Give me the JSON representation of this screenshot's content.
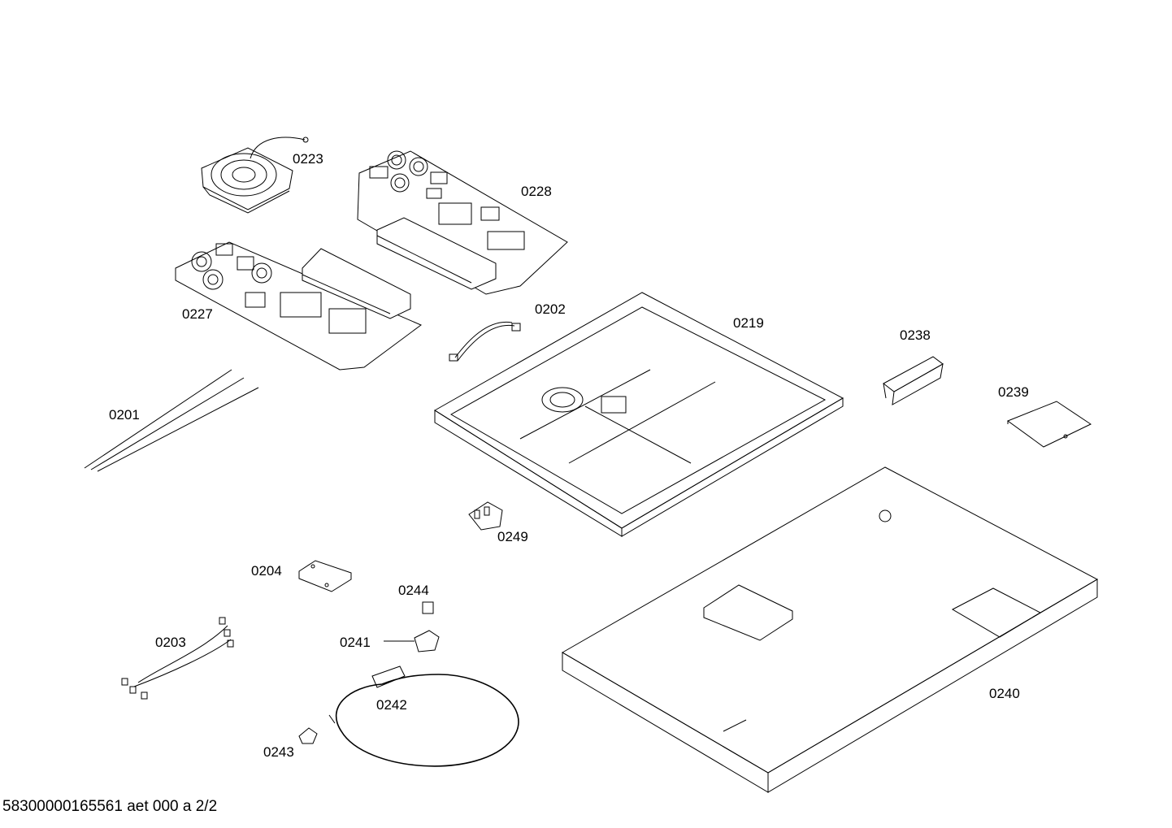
{
  "parts": [
    {
      "id": "p0223",
      "label": "0223"
    },
    {
      "id": "p0228",
      "label": "0228"
    },
    {
      "id": "p0227",
      "label": "0227"
    },
    {
      "id": "p0202",
      "label": "0202"
    },
    {
      "id": "p0219",
      "label": "0219"
    },
    {
      "id": "p0238",
      "label": "0238"
    },
    {
      "id": "p0239",
      "label": "0239"
    },
    {
      "id": "p0201",
      "label": "0201"
    },
    {
      "id": "p0249",
      "label": "0249"
    },
    {
      "id": "p0204",
      "label": "0204"
    },
    {
      "id": "p0244",
      "label": "0244"
    },
    {
      "id": "p0203",
      "label": "0203"
    },
    {
      "id": "p0241",
      "label": "0241"
    },
    {
      "id": "p0242",
      "label": "0242"
    },
    {
      "id": "p0240",
      "label": "0240"
    },
    {
      "id": "p0243",
      "label": "0243"
    }
  ],
  "footer": "58300000165561 aet 000 a 2/2"
}
